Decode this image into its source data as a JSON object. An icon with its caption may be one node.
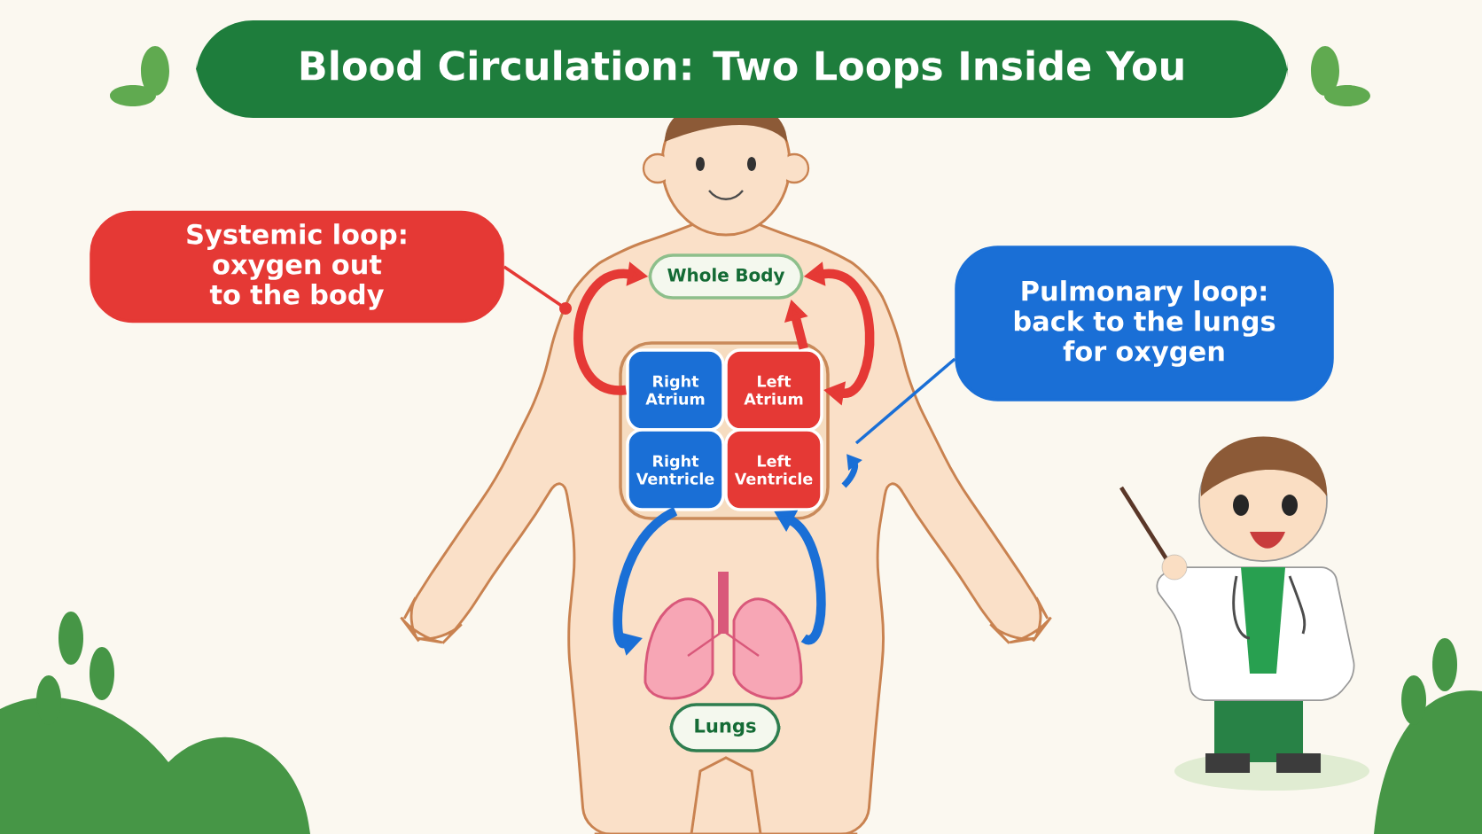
{
  "diagram": {
    "title": "Blood Circulation: Two Loops Inside You",
    "nodes": [
      {
        "text": [
          "Systemic loop: oxygen out to the body"
        ]
      },
      {
        "text": [
          "Whole Body"
        ]
      },
      {
        "text": [
          "Pulmonary loop: back to the lungs for oxygen"
        ]
      },
      {
        "text": [],
        "shape": "box"
      },
      {
        "text": [
          "Right Atrium"
        ],
        "in": 3
      },
      {
        "text": [
          "Left Atrium"
        ],
        "in": 3
      },
      {
        "text": [
          "Right Ventricle"
        ],
        "in": 3
      },
      {
        "text": [
          "Left Ventricle"
        ],
        "in": 3
      },
      {
        "text": [],
        "shape": "picture"
      },
      {
        "text": [
          "Lungs"
        ]
      }
    ],
    "edges": [
      {
        "from": 4,
        "to": 1,
        "arrow": "to",
        "color": "#e53935"
      },
      {
        "from": 1,
        "to": 5,
        "arrow": "both",
        "color": "#e53935"
      },
      {
        "from": 5,
        "to": 1,
        "arrow": "to",
        "color": "#e53935"
      },
      {
        "from": 6,
        "to": 8,
        "arrow": "to",
        "color": "#1a6fd6"
      },
      {
        "from": 8,
        "to": 7,
        "arrow": "to",
        "color": "#1a6fd6"
      },
      {
        "from": 0,
        "to": null,
        "arrow": "other",
        "color": "#e53935"
      },
      {
        "from": 2,
        "to": null,
        "arrow": "none",
        "color": "#1a6fd6"
      }
    ]
  }
}
